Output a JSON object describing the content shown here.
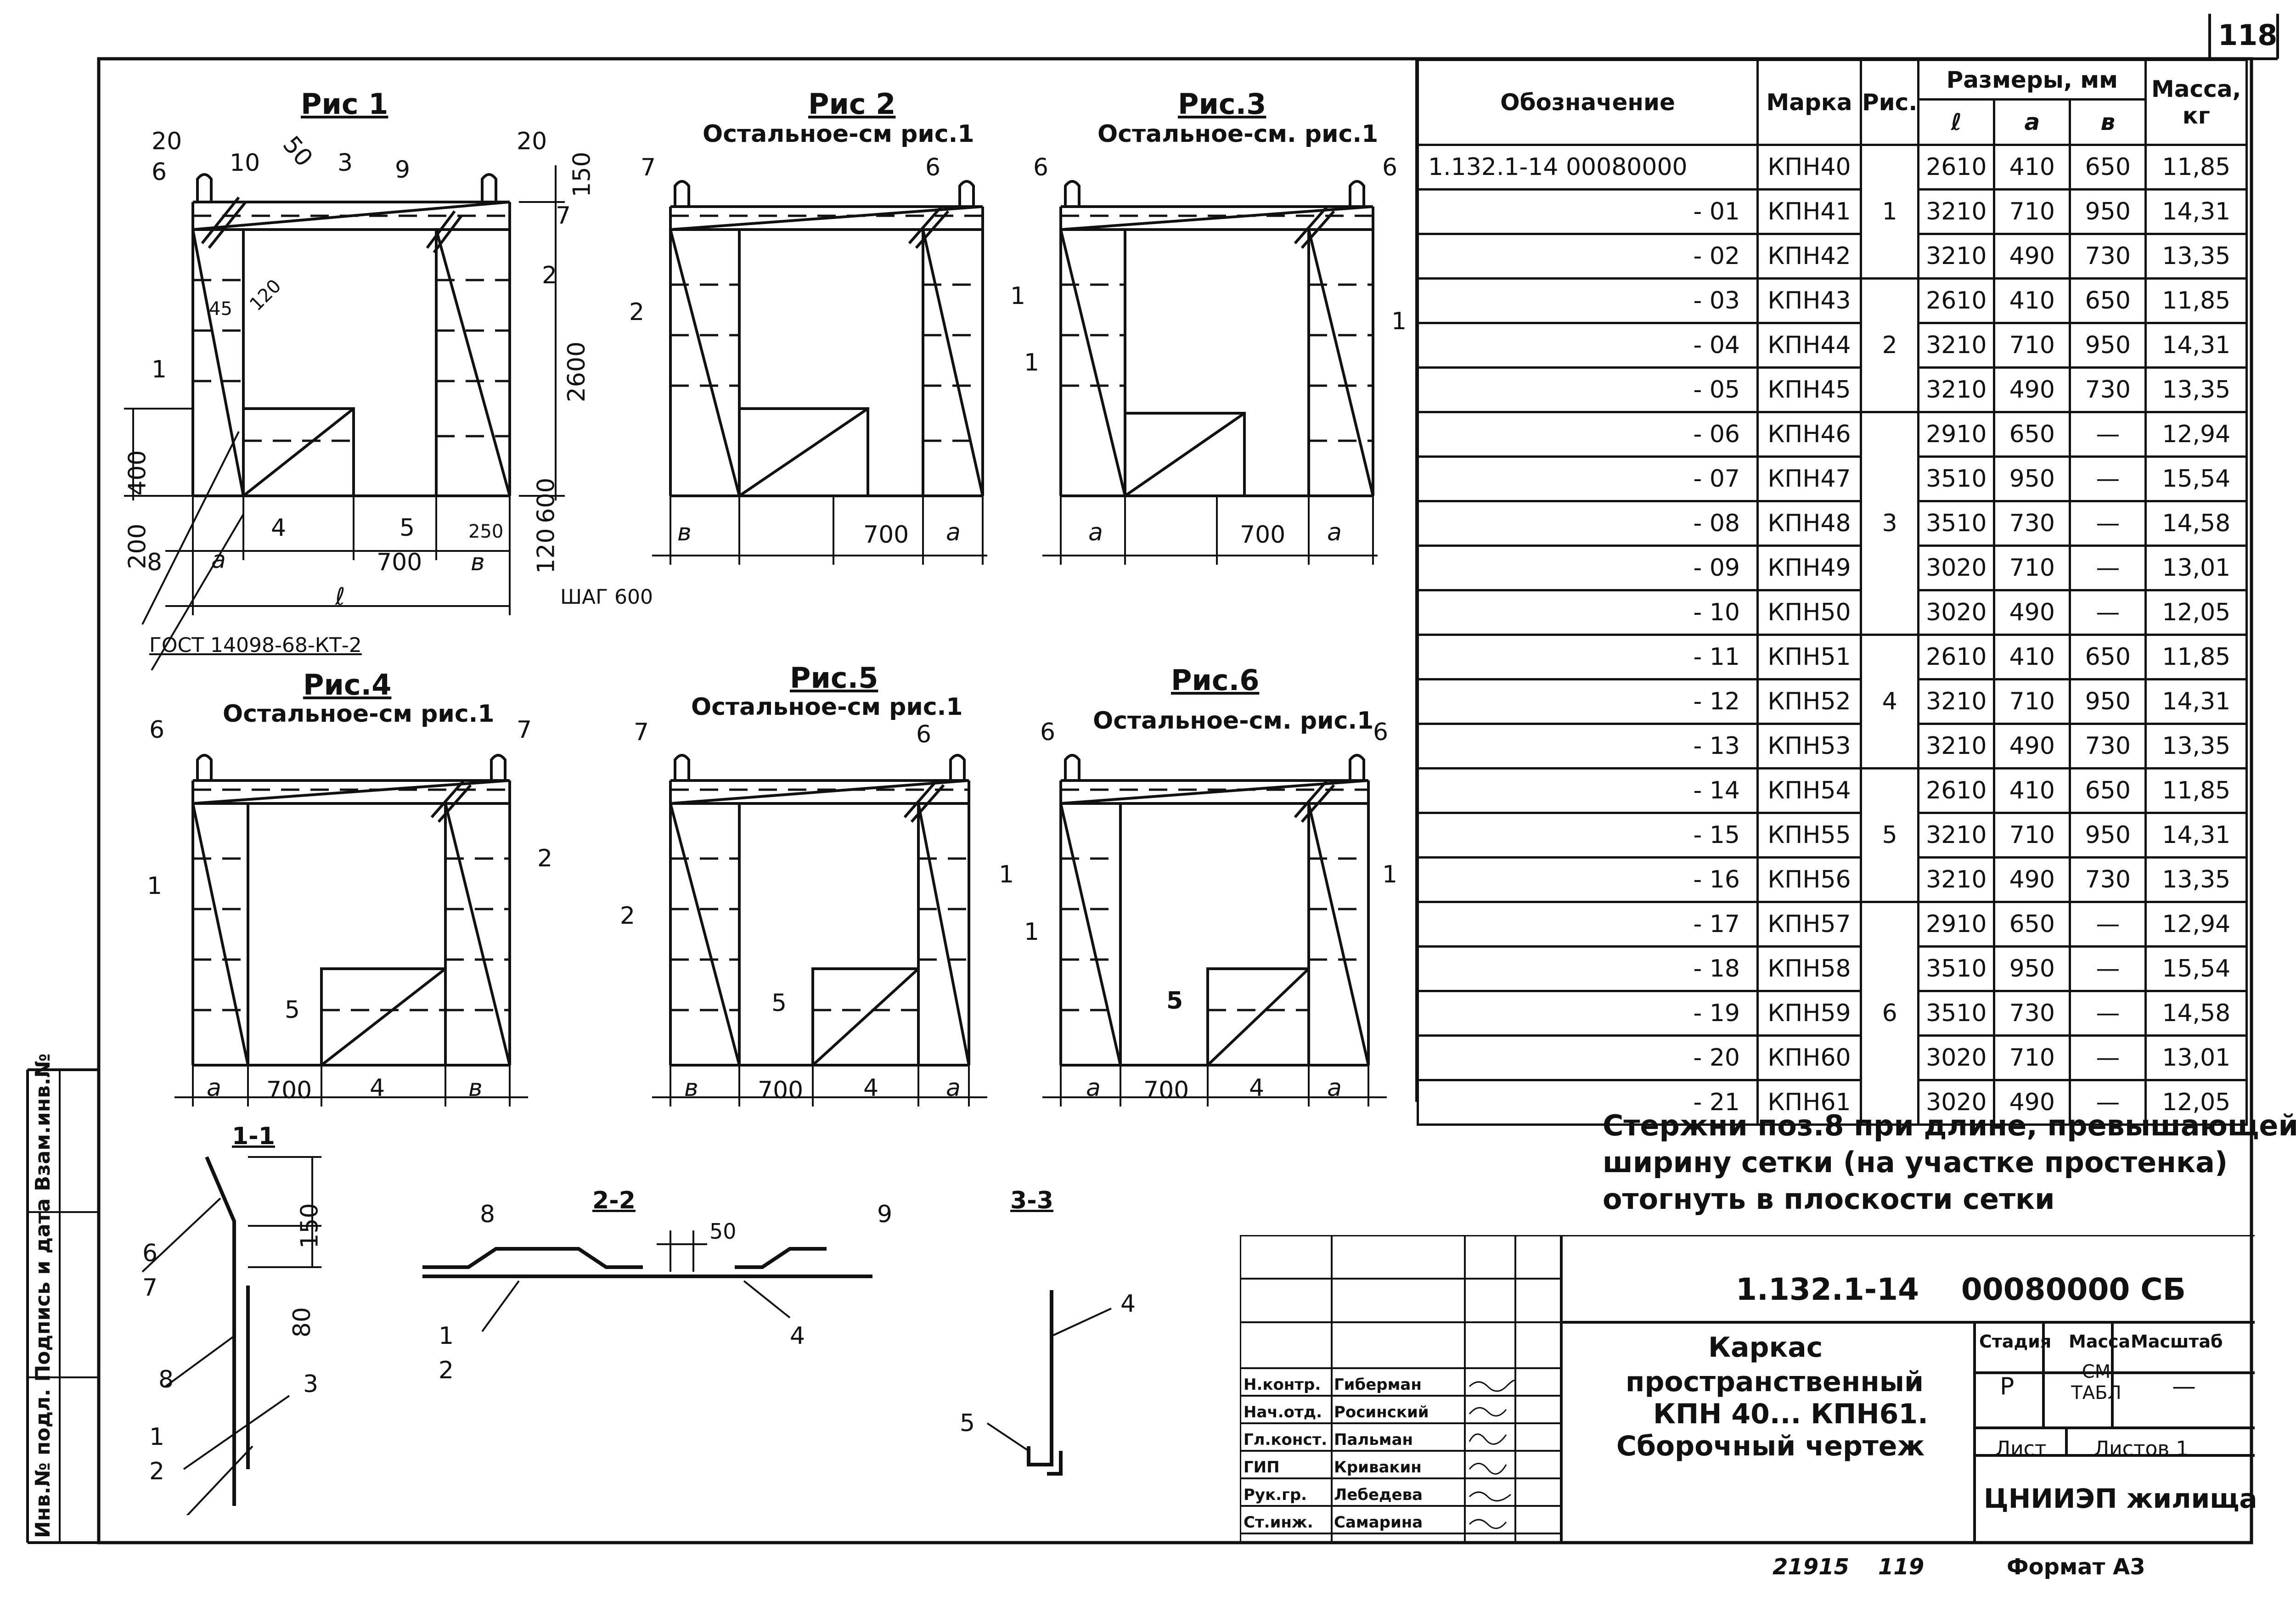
{
  "page_number": "118",
  "figures": {
    "fig1": {
      "title": "Рис 1",
      "dims": {
        "d20_left": "20",
        "d20_right": "20",
        "d150": "150",
        "d50": "50",
        "d2600": "2600",
        "d400": "400",
        "d200": "200",
        "d600": "600",
        "d120": "120",
        "d250": "250",
        "a": "a",
        "d700": "700",
        "b": "в",
        "l": "ℓ",
        "d45": "45",
        "d120b": "120"
      },
      "pos": {
        "p1": "1",
        "p2": "2",
        "p3": "3",
        "p4": "4",
        "p5": "5",
        "p6": "6",
        "p7": "7",
        "p8": "8",
        "p9": "9",
        "p10": "10"
      },
      "step": "ШАГ 600",
      "gost": "ГОСТ 14098-68-КТ-2"
    },
    "fig2": {
      "title": "Рис 2",
      "note": "Остальное-см рис.1",
      "b": "в",
      "d700": "700",
      "a": "a"
    },
    "fig3": {
      "title": "Рис.3",
      "note": "Остальное-см. рис.1",
      "a": "a",
      "d700": "700",
      "a2": "a"
    },
    "fig4": {
      "title": "Рис.4",
      "note": "Остальное-см рис.1",
      "a": "a",
      "d700": "700",
      "b": "в"
    },
    "fig5": {
      "title": "Рис.5",
      "note": "Остальное-см рис.1",
      "b": "в",
      "d700": "700",
      "a": "a"
    },
    "fig6": {
      "title": "Рис.6",
      "note": "Остальное-см. рис.1",
      "a": "a",
      "d700": "700",
      "a2": "a"
    }
  },
  "sections": {
    "s11": {
      "title": "1-1",
      "d150": "150",
      "d80": "80",
      "p6": "6",
      "p7": "7",
      "p8": "8",
      "p3": "3",
      "p1": "1",
      "p2": "2"
    },
    "s22": {
      "title": "2-2",
      "d50": "50",
      "p8": "8",
      "p9": "9",
      "p1": "1",
      "p2": "2",
      "p4": "4"
    },
    "s33": {
      "title": "3-3",
      "p4": "4",
      "p5": "5"
    }
  },
  "table": {
    "headers": {
      "designation": "Обозначение",
      "mark": "Марка",
      "fig": "Рис.",
      "sizes": "Размеры, мм",
      "l": "ℓ",
      "a": "a",
      "b": "в",
      "mass": "Масса, кг"
    },
    "rows": [
      {
        "des": "1.132.1-14 00080000",
        "mark": "КПН40",
        "fig": "1",
        "l": "2610",
        "a": "410",
        "b": "650",
        "mass": "11,85"
      },
      {
        "des": "- 01",
        "mark": "КПН41",
        "fig": "",
        "l": "3210",
        "a": "710",
        "b": "950",
        "mass": "14,31"
      },
      {
        "des": "- 02",
        "mark": "КПН42",
        "fig": "",
        "l": "3210",
        "a": "490",
        "b": "730",
        "mass": "13,35"
      },
      {
        "des": "- 03",
        "mark": "КПН43",
        "fig": "2",
        "l": "2610",
        "a": "410",
        "b": "650",
        "mass": "11,85"
      },
      {
        "des": "- 04",
        "mark": "КПН44",
        "fig": "",
        "l": "3210",
        "a": "710",
        "b": "950",
        "mass": "14,31"
      },
      {
        "des": "- 05",
        "mark": "КПН45",
        "fig": "",
        "l": "3210",
        "a": "490",
        "b": "730",
        "mass": "13,35"
      },
      {
        "des": "- 06",
        "mark": "КПН46",
        "fig": "3",
        "l": "2910",
        "a": "650",
        "b": "—",
        "mass": "12,94"
      },
      {
        "des": "- 07",
        "mark": "КПН47",
        "fig": "",
        "l": "3510",
        "a": "950",
        "b": "—",
        "mass": "15,54"
      },
      {
        "des": "- 08",
        "mark": "КПН48",
        "fig": "",
        "l": "3510",
        "a": "730",
        "b": "—",
        "mass": "14,58"
      },
      {
        "des": "- 09",
        "mark": "КПН49",
        "fig": "",
        "l": "3020",
        "a": "710",
        "b": "—",
        "mass": "13,01"
      },
      {
        "des": "- 10",
        "mark": "КПН50",
        "fig": "",
        "l": "3020",
        "a": "490",
        "b": "—",
        "mass": "12,05"
      },
      {
        "des": "- 11",
        "mark": "КПН51",
        "fig": "4",
        "l": "2610",
        "a": "410",
        "b": "650",
        "mass": "11,85"
      },
      {
        "des": "- 12",
        "mark": "КПН52",
        "fig": "",
        "l": "3210",
        "a": "710",
        "b": "950",
        "mass": "14,31"
      },
      {
        "des": "- 13",
        "mark": "КПН53",
        "fig": "",
        "l": "3210",
        "a": "490",
        "b": "730",
        "mass": "13,35"
      },
      {
        "des": "- 14",
        "mark": "КПН54",
        "fig": "5",
        "l": "2610",
        "a": "410",
        "b": "650",
        "mass": "11,85"
      },
      {
        "des": "- 15",
        "mark": "КПН55",
        "fig": "",
        "l": "3210",
        "a": "710",
        "b": "950",
        "mass": "14,31"
      },
      {
        "des": "- 16",
        "mark": "КПН56",
        "fig": "",
        "l": "3210",
        "a": "490",
        "b": "730",
        "mass": "13,35"
      },
      {
        "des": "- 17",
        "mark": "КПН57",
        "fig": "6",
        "l": "2910",
        "a": "650",
        "b": "—",
        "mass": "12,94"
      },
      {
        "des": "- 18",
        "mark": "КПН58",
        "fig": "",
        "l": "3510",
        "a": "950",
        "b": "—",
        "mass": "15,54"
      },
      {
        "des": "- 19",
        "mark": "КПН59",
        "fig": "",
        "l": "3510",
        "a": "730",
        "b": "—",
        "mass": "14,58"
      },
      {
        "des": "- 20",
        "mark": "КПН60",
        "fig": "",
        "l": "3020",
        "a": "710",
        "b": "—",
        "mass": "13,01"
      },
      {
        "des": "- 21",
        "mark": "КПН61",
        "fig": "",
        "l": "3020",
        "a": "490",
        "b": "—",
        "mass": "12,05"
      }
    ]
  },
  "note": {
    "line1": "Стержни поз.8 при длине, превышающей",
    "line2": "ширину сетки (на участке простенка)",
    "line3": "отогнуть в плоскости сетки"
  },
  "title_block": {
    "code": "1.132.1-14    00080000 СБ",
    "name1": "Каркас",
    "name2": "пространственный",
    "name3": "КПН 40... КПН61.",
    "name4": "Сборочный чертеж",
    "stage_label": "Стадия",
    "mass_label": "Масса",
    "scale_label": "Масштаб",
    "stage": "Р",
    "mass": "СМ ТАБЛ",
    "scale": "—",
    "sheet_label": "Лист",
    "sheets_label": "Листов 1",
    "org": "ЦНИИЭП жилища",
    "signers": [
      {
        "role": "Н.контр.",
        "name": "Гиберман"
      },
      {
        "role": "Нач.отд.",
        "name": "Росинский"
      },
      {
        "role": "Гл.конст.",
        "name": "Пальман"
      },
      {
        "role": "ГИП",
        "name": "Кривакин"
      },
      {
        "role": "Рук.гр.",
        "name": "Лебедева"
      },
      {
        "role": "Ст.инж.",
        "name": "Самарина"
      }
    ]
  },
  "side_stamp": "Инв.№ подл.  Подпись и дата  Взам.инв.№",
  "footer": {
    "num1": "21915",
    "num2": "119",
    "format": "Формат А3"
  }
}
